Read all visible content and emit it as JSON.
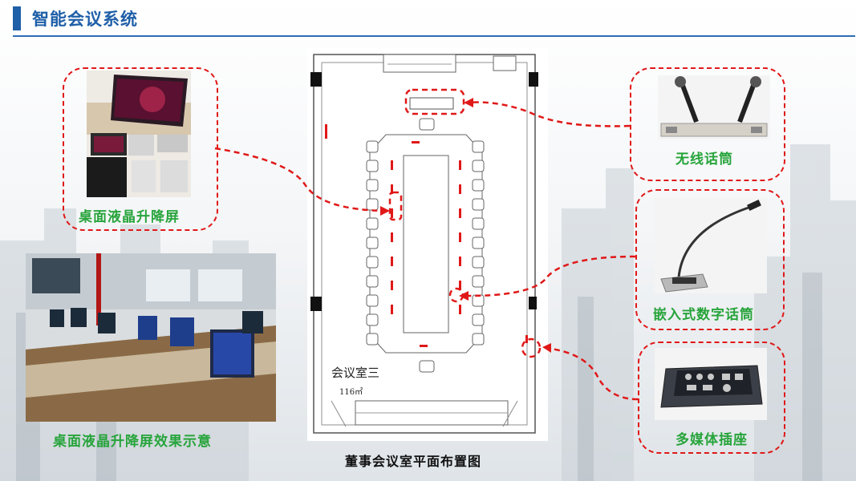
{
  "header": {
    "title": "智能会议系统"
  },
  "labels": {
    "lcd_lift": "桌面液晶升降屏",
    "lcd_lift_effect": "桌面液晶升降屏效果示意",
    "wireless_mic": "无线话筒",
    "embedded_mic": "嵌入式数字话筒",
    "media_socket": "多媒体插座",
    "floor_plan_caption": "董事会议室平面布置图"
  },
  "floor_plan": {
    "room_name": "会议室三",
    "room_area": "116㎡"
  },
  "colors": {
    "title_blue": "#1f5fa8",
    "label_green": "#27a43b",
    "dash_red": "#e01818"
  }
}
